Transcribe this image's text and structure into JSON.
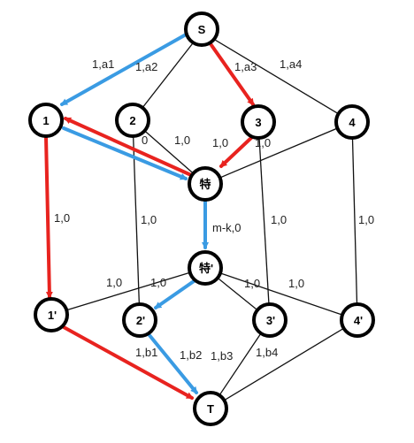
{
  "colors": {
    "background": "#ffffff",
    "edge": "#111111",
    "node_stroke": "#000000",
    "node_fill": "#ffffff",
    "red_path": "#e8231f",
    "blue_path": "#3a9be3"
  },
  "nodes": {
    "S": "S",
    "n1": "1",
    "n2": "2",
    "n3": "3",
    "n4": "4",
    "special": "特",
    "special_prime": "特'",
    "p1": "1'",
    "p2": "2'",
    "p3": "3'",
    "p4": "4'",
    "T": "T"
  },
  "edge_labels": {
    "s_1": "1,a1",
    "s_2": "1,a2",
    "s_3": "1,a3",
    "s_4": "1,a4",
    "n1_special": "0",
    "n2_special": "1,0",
    "n3_special": "1,0",
    "n4_special": "1,0",
    "n1_p1": "1,0",
    "n2_p2": "1,0",
    "n3_p3": "1,0",
    "n4_p4": "1,0",
    "special_special_prime": "m-k,0",
    "sp_p1": "1,0",
    "sp_p2": "1,0",
    "sp_p3": "1,0",
    "sp_p4": "1,0",
    "p1_t": "1,b1",
    "p2_t": "1,b2",
    "p3_t": "1,b3",
    "p4_t": "1,b4"
  }
}
